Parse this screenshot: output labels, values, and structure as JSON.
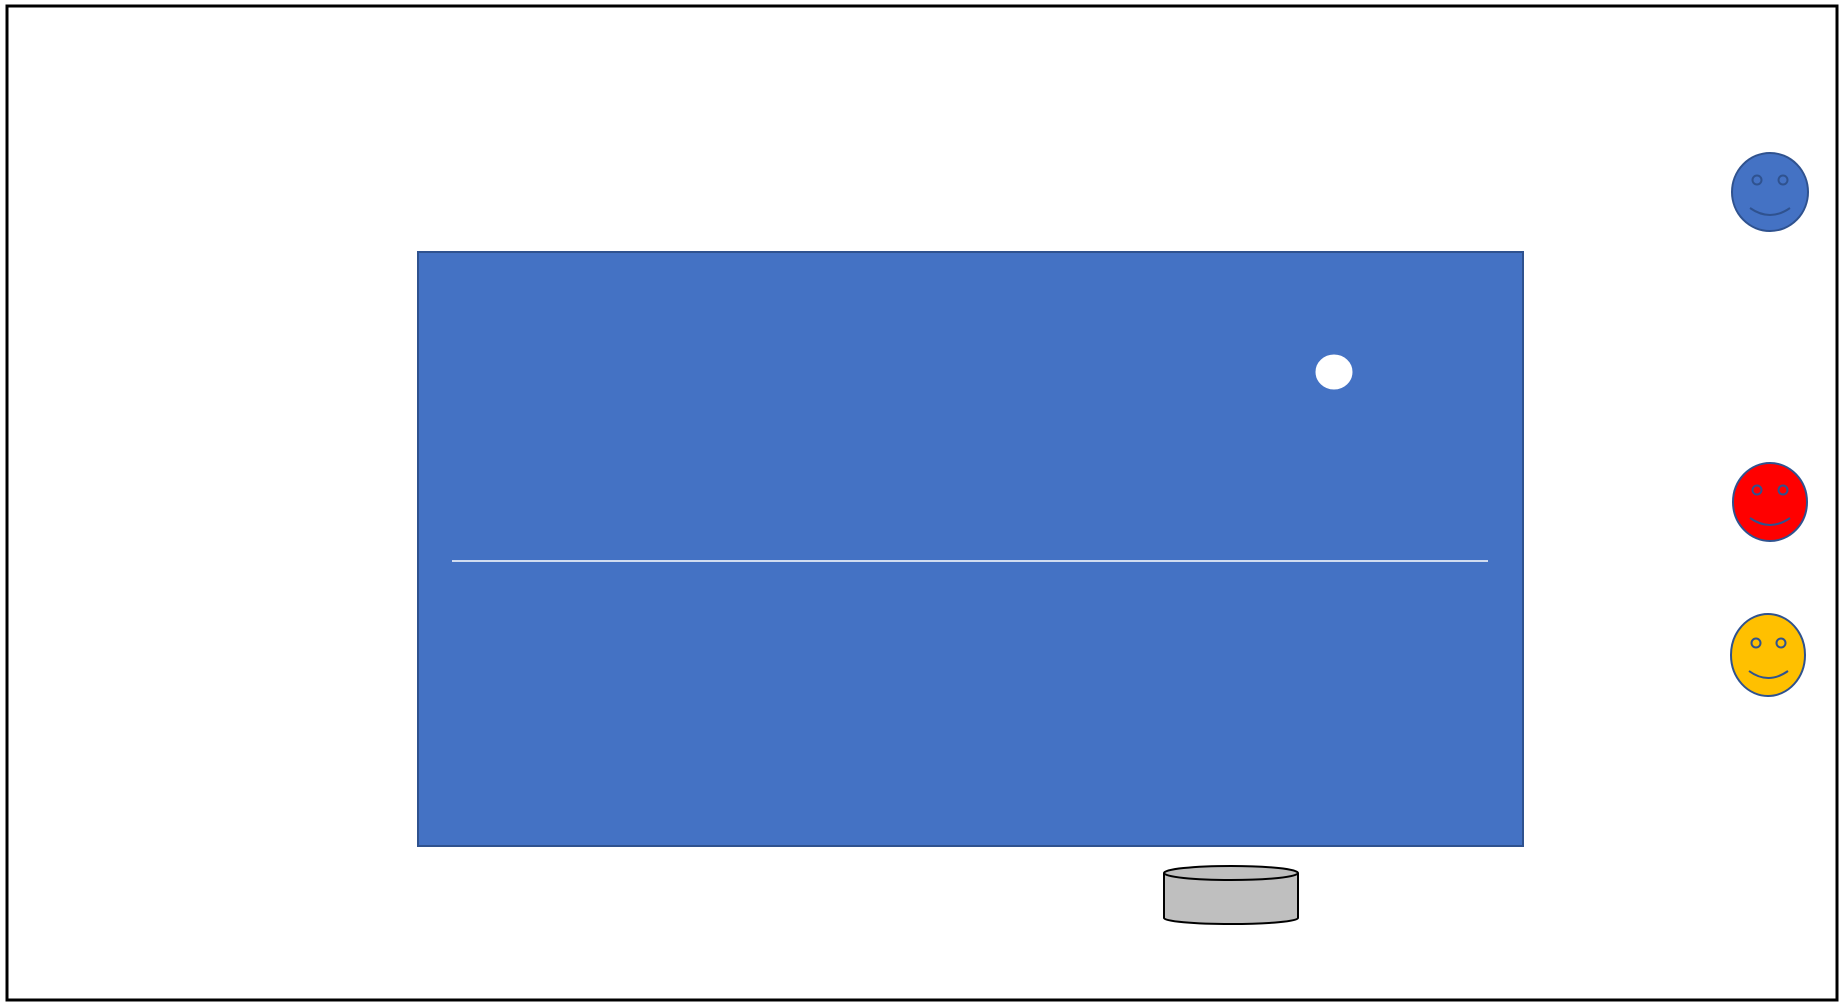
{
  "scene": {
    "description_free": true,
    "colors": {
      "background": "#ffffff",
      "frame": "#000000",
      "table_fill": "#4472c4",
      "table_border": "#2f528f",
      "center_line": "#ffffff",
      "net": "#000000",
      "ball": "#ffffff",
      "ball_box_fill": "#bfbfbf",
      "ball_box_stroke": "#000000"
    },
    "players": [
      {
        "name_key": "player-blue",
        "color": "#4472c4",
        "stroke": "#2f528f"
      },
      {
        "name_key": "player-red",
        "color": "#ff0000",
        "stroke": "#2f528f"
      },
      {
        "name_key": "player-yellow",
        "color": "#ffc000",
        "stroke": "#2f528f"
      }
    ],
    "icons": {
      "players": "smiley-face-icon",
      "ball": "ball-icon",
      "container": "cylinder-box-icon"
    }
  }
}
